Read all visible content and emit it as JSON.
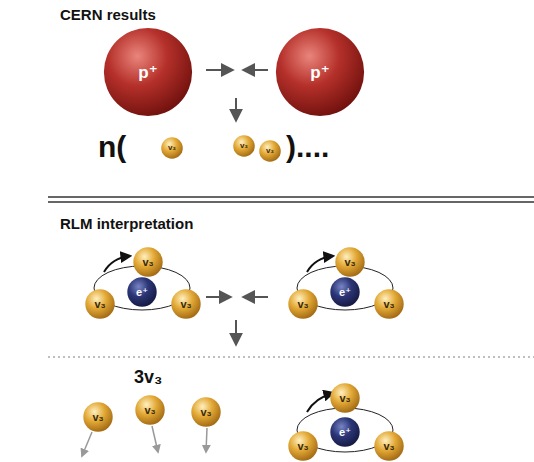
{
  "diagram": {
    "nodes": [
      {
        "text": [
          "p⁺"
        ]
      },
      {
        "text": [
          "p⁺"
        ]
      },
      {
        "text": [
          "v₃"
        ]
      },
      {
        "text": [
          "v₃"
        ]
      },
      {
        "text": [
          "v₃"
        ]
      },
      {
        "text": [
          "v₃"
        ]
      },
      {
        "text": [
          "e⁺"
        ]
      },
      {
        "text": [
          "v₃"
        ]
      },
      {
        "text": [
          "v₃"
        ]
      },
      {
        "text": [
          "v₃"
        ]
      },
      {
        "text": [
          "e⁺"
        ]
      },
      {
        "text": [
          "v₃"
        ]
      },
      {
        "text": [
          "v₃"
        ]
      },
      {
        "text": [
          "v₃"
        ]
      },
      {
        "text": [
          "v₃"
        ]
      },
      {
        "text": [
          "v₃"
        ]
      },
      {
        "text": [
          "v₃"
        ]
      },
      {
        "text": [
          "e⁺"
        ]
      },
      {
        "text": [
          "v₃"
        ]
      },
      {
        "text": [
          "v₃"
        ]
      }
    ],
    "labels": [
      "CERN results",
      "n(",
      ")....",
      "RLM interpretation",
      "3v₃"
    ]
  }
}
